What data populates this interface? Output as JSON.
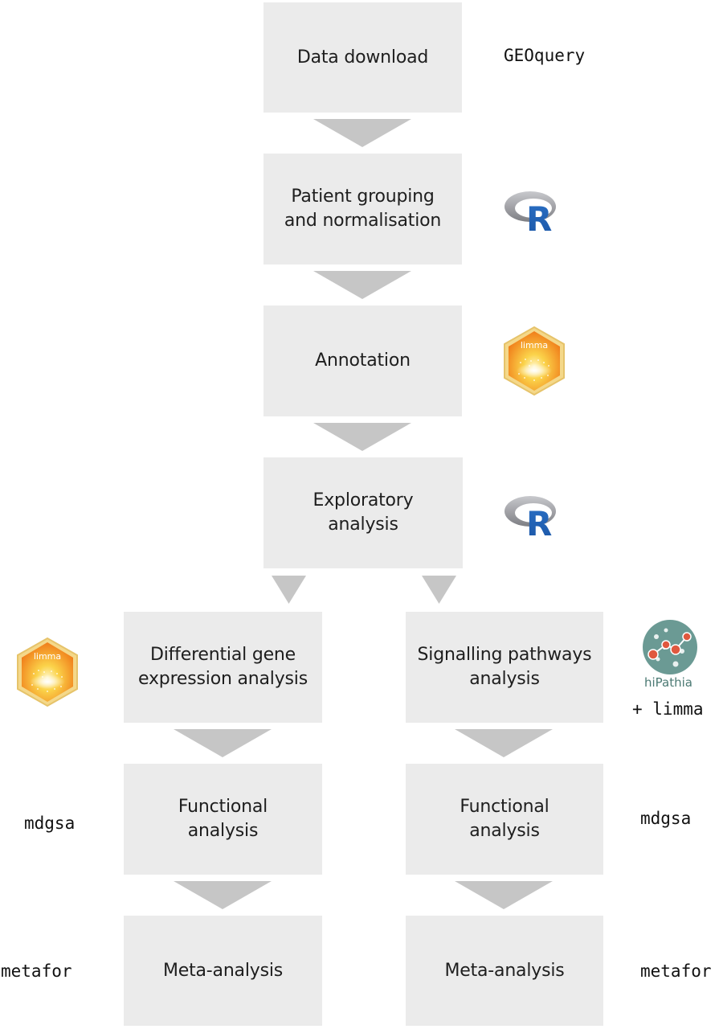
{
  "boxes": {
    "data_download": [
      "Data download"
    ],
    "patient_grouping": [
      "Patient grouping",
      "and normalisation"
    ],
    "annotation": [
      "Annotation"
    ],
    "exploratory": [
      "Exploratory",
      "analysis"
    ],
    "dge": [
      "Differential gene",
      "expression analysis"
    ],
    "signalling": [
      "Signalling pathways",
      "analysis"
    ],
    "functional_left": [
      "Functional",
      "analysis"
    ],
    "functional_right": [
      "Functional",
      "analysis"
    ],
    "meta_left": [
      "Meta-analysis"
    ],
    "meta_right": [
      "Meta-analysis"
    ]
  },
  "tools": {
    "geoquery": "GEOquery",
    "plus_limma": "+ limma",
    "mdgsa_left": "mdgsa",
    "mdgsa_right": "mdgsa",
    "metafor_left": "metafor",
    "metafor_right": "metafor"
  },
  "logos": {
    "limma_text": "limma",
    "hipathia_text": "hiPathia",
    "r_letter": "R"
  },
  "colors": {
    "box": "#ebebeb",
    "arrow": "#c6c6c6",
    "limma_orange": "#f08c1e",
    "limma_yellow": "#fbd34a",
    "r_blue": "#2265b8",
    "r_grey": "#9a9ba0",
    "hipathia_teal": "#6b9a94",
    "hipathia_red": "#e0583f"
  }
}
